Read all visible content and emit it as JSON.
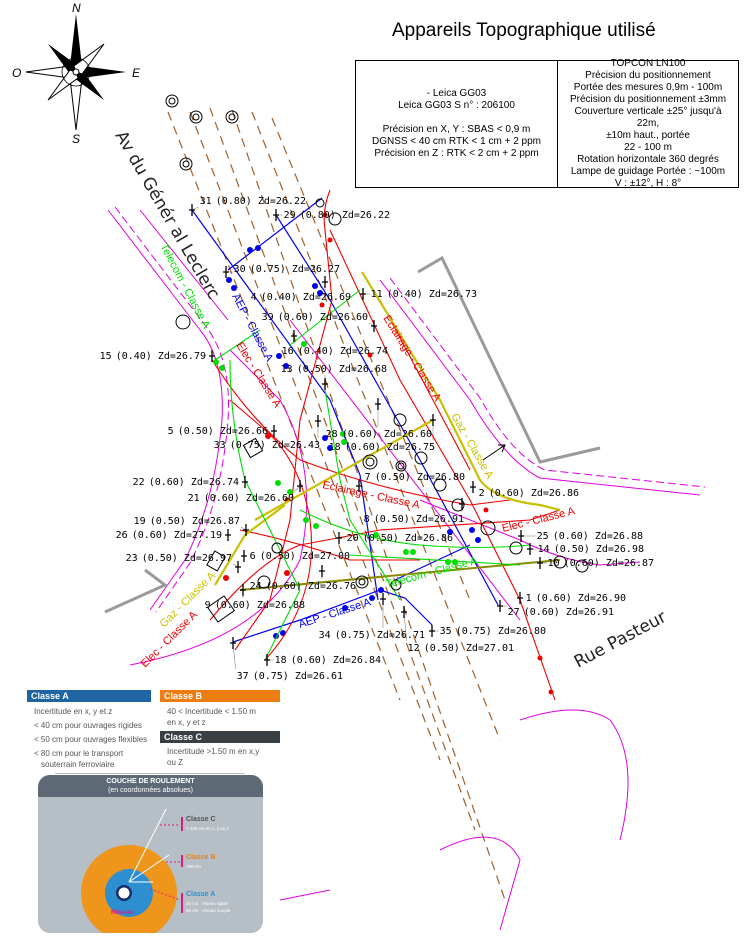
{
  "title": "Appareils Topographique utilisé",
  "compass": {
    "n": "N",
    "s": "S",
    "e": "E",
    "o": "O"
  },
  "instruments": {
    "left": [
      "- Leica GG03",
      "Leica GG03 S n° : 206100",
      "",
      "Précision en X, Y : SBAS < 0,9 m",
      "DGNSS < 40 cm RTK < 1 cm + 2 ppm",
      "Précision en Z : RTK < 2 cm + 2 ppm"
    ],
    "right": [
      "TOPCON LN100",
      "Précision du positionnement",
      "Portée des mesures 0,9m - 100m",
      "Précision du positionnement ±3mm",
      "Couverture verticale ±25° jusqu'à 22m,",
      "±10m haut., portée",
      "22 - 100 m",
      "Rotation horizontale 360 degrés",
      "Lampe de guidage Portée : ~100m",
      "V : ±12°, H : 8°"
    ]
  },
  "streets": {
    "avenue": "Av du Génér al Leclerc",
    "rue": "Rue Pasteur"
  },
  "networks": {
    "aep": "AEP - Classe A",
    "elec": "Elec - Classe A",
    "eclairage": "Eclairage - Classe A",
    "gaz": "Gaz - Classe A",
    "telecom": "Telecom - Classe A"
  },
  "points": [
    {
      "id": "31",
      "label": "(0.80) Zd=26.22"
    },
    {
      "id": "29",
      "label": "(0.80) Zd=26.22"
    },
    {
      "id": "30",
      "label": "(0.75) Zd=26.27"
    },
    {
      "id": "4",
      "label": "(0.40) Zd=26.69"
    },
    {
      "id": "11",
      "label": "(0.40) Zd=26.73"
    },
    {
      "id": "39",
      "label": "(0.60) Zd=26.60"
    },
    {
      "id": "16",
      "label": "(0.40) Zd=26.74"
    },
    {
      "id": "15",
      "label": "(0.40) Zd=26.79"
    },
    {
      "id": "13",
      "label": "(0.50) Zd=26.68"
    },
    {
      "id": "28",
      "label": "(0.60) Zd=26.60"
    },
    {
      "id": "18",
      "label": "(0.60) Zd=26.75"
    },
    {
      "id": "33",
      "label": "(0.75) Zd=26.43"
    },
    {
      "id": "5",
      "label": "(0.50) Zd=26.66"
    },
    {
      "id": "22",
      "label": "(0.60) Zd=26.74"
    },
    {
      "id": "21",
      "label": "(0.60) Zd=26.60"
    },
    {
      "id": "7",
      "label": "(0.50) Zd=26.80"
    },
    {
      "id": "2",
      "label": "(0.60) Zd=26.86"
    },
    {
      "id": "8",
      "label": "(0.50) Zd=26.91"
    },
    {
      "id": "26",
      "label": "(0.60) Zd=27.19"
    },
    {
      "id": "19",
      "label": "(0.50) Zd=26.87"
    },
    {
      "id": "20",
      "label": "(0.50) Zd=26.86"
    },
    {
      "id": "6",
      "label": "(0.50) Zd=27.00"
    },
    {
      "id": "23",
      "label": "(0.50) Zd=26.97"
    },
    {
      "id": "24",
      "label": "(0.60) Zd=26.76"
    },
    {
      "id": "9",
      "label": "(0.60) Zd=26.88"
    },
    {
      "id": "34",
      "label": "(0.75) Zd=26.71"
    },
    {
      "id": "12",
      "label": "(0.50) Zd=27.01"
    },
    {
      "id": "35",
      "label": "(0.75) Zd=26.80"
    },
    {
      "id": "27",
      "label": "(0.60) Zd=26.91"
    },
    {
      "id": "37",
      "label": "(0.75) Zd=26.61"
    },
    {
      "id": "18",
      "label": "(0.60) Zd=26.84"
    },
    {
      "id": "25",
      "label": "(0.60) Zd=26.88"
    },
    {
      "id": "14",
      "label": "(0.50) Zd=26.98"
    },
    {
      "id": "10",
      "label": "(0.60) Zd=26.87"
    },
    {
      "id": "1",
      "label": "(0.60) Zd=26.90"
    }
  ],
  "legend": {
    "classe_a": {
      "title": "Classe A",
      "lines": [
        "Incertitude en x, y et z",
        "< 40 cm pour ouvrages rigides",
        "< 50 cm pour ouvrages flexibles",
        "< 80 cm pour le transport",
        "souterrain ferroviaire"
      ],
      "color": "#1f64a3"
    },
    "classe_b": {
      "title": "Classe B",
      "lines": [
        "40 < Incertitude < 1.50 m",
        "en x, y et z"
      ],
      "color": "#ee7d11"
    },
    "classe_c": {
      "title": "Classe C",
      "lines": [
        "Incertitude >1.50 m en x,y",
        "ou Z"
      ],
      "color": "#3a3f44"
    }
  },
  "diagram": {
    "title": "COUCHE DE ROULEMENT",
    "subtitle": "(en coordonnées absolues)",
    "classe_c": {
      "title": "Classe C",
      "desc": "> 150 cm en x, y ou z"
    },
    "classe_b": {
      "title": "Classe B",
      "desc": "150 cm"
    },
    "classe_a": {
      "title": "Classe A",
      "desc1": "40 cm : réseau rigide",
      "desc2": "50 cm : réseau souple"
    },
    "center": "Réseau"
  }
}
